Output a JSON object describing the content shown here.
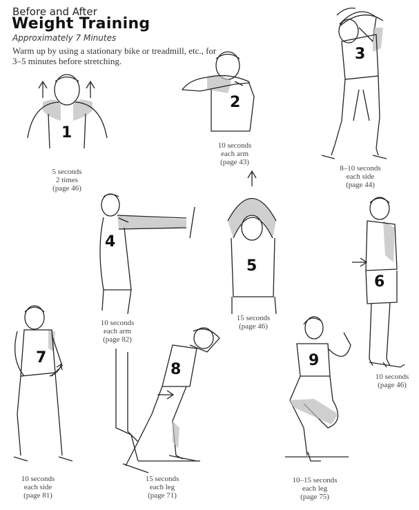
{
  "header": {
    "kicker": "Before and After",
    "title": "Weight Training",
    "subtitle": "Approximately 7 Minutes",
    "intro": "Warm up by using a stationary bike or treadmill, etc., for 3–5 minutes before stretching."
  },
  "exercises": [
    {
      "number": "1",
      "lines": [
        "5 seconds",
        "2 times",
        "(page 46)"
      ]
    },
    {
      "number": "2",
      "lines": [
        "10 seconds",
        "each arm",
        "(page 43)"
      ]
    },
    {
      "number": "3",
      "lines": [
        "8–10 seconds",
        "each side",
        "(page 44)"
      ]
    },
    {
      "number": "4",
      "lines": [
        "10 seconds",
        "each arm",
        "(page 82)"
      ]
    },
    {
      "number": "5",
      "lines": [
        "15 seconds",
        "(page 46)"
      ]
    },
    {
      "number": "6",
      "lines": [
        "10 seconds",
        "(page 46)"
      ]
    },
    {
      "number": "7",
      "lines": [
        "10 seconds",
        "each side",
        "(page 81)"
      ]
    },
    {
      "number": "8",
      "lines": [
        "15 seconds",
        "each leg",
        "(page 71)"
      ]
    },
    {
      "number": "9",
      "lines": [
        "10–15 seconds",
        "each leg",
        "(page 75)"
      ]
    }
  ]
}
